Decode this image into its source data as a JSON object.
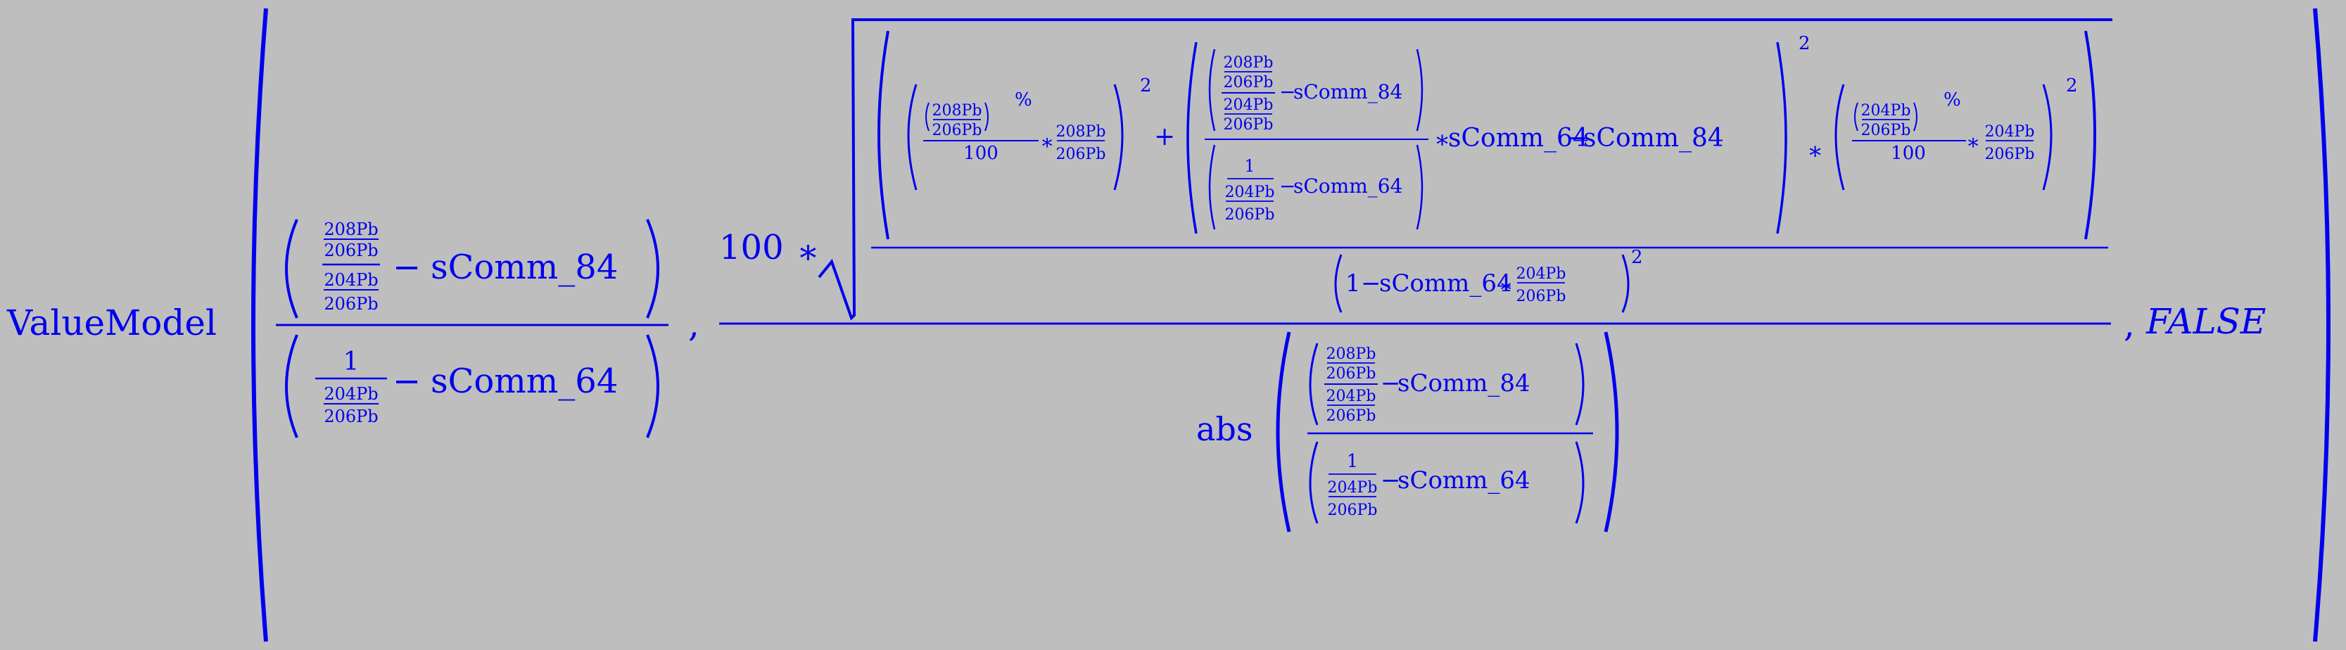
{
  "formula": {
    "func_name": "ValueModel",
    "r208_206": "208Pb/206Pb",
    "r204_206": "204Pb/206Pb",
    "comm84": "sComm_84",
    "comm64": "sComm_64",
    "one": "1",
    "minus": "−",
    "hundred": "100",
    "mult": "∗",
    "plus": "+",
    "exp2": "2",
    "pct": "%",
    "abs": "abs",
    "comma": ",",
    "false_arg": "FALSE"
  },
  "colors": {
    "background": "#bebebe",
    "ink": "#0000ee"
  }
}
